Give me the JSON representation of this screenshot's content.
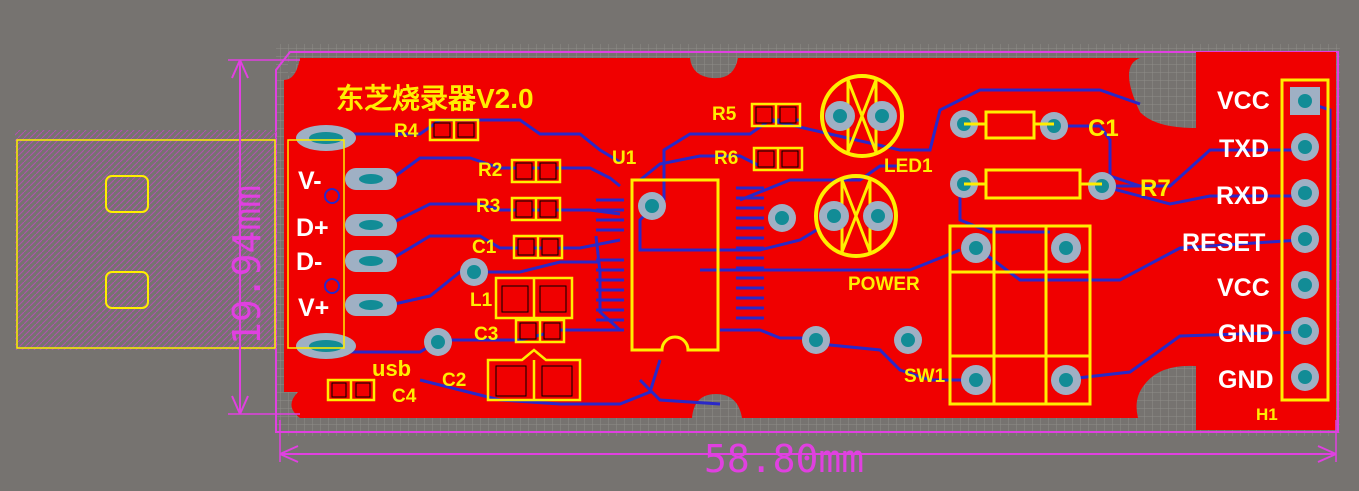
{
  "board": {
    "title": "东芝烧录器V2.0",
    "width_label": "58.80mm",
    "height_label": "19.94mm",
    "colors": {
      "background": "#767370",
      "copper": "#f00000",
      "silkscreen": "#ffee00",
      "trace": "#2a28c8",
      "pad": "#9fb0c4",
      "drill": "#128c96",
      "dimension": "#e040e0"
    }
  },
  "usb_pins": [
    "V-",
    "D+",
    "D-",
    "V+"
  ],
  "usb_label": "usb",
  "header": {
    "label": "H1",
    "pins": [
      "VCC",
      "TXD",
      "RXD",
      "RESET",
      "VCC",
      "GND",
      "GND"
    ]
  },
  "components": {
    "r4": "R4",
    "r2": "R2",
    "r3": "R3",
    "c1_left": "C1",
    "l1": "L1",
    "c3": "C3",
    "c2": "C2",
    "c4": "C4",
    "u1": "U1",
    "r5": "R5",
    "r6": "R6",
    "led1": "LED1",
    "power": "POWER",
    "sw1": "SW1",
    "c1_right": "C1",
    "r7": "R7"
  }
}
